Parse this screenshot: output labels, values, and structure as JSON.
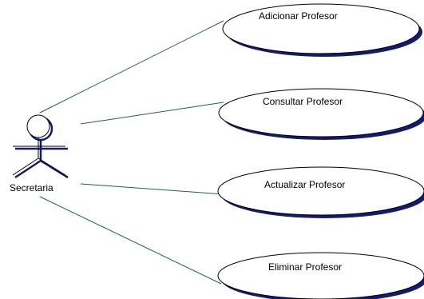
{
  "diagram": {
    "type": "use-case",
    "actor": {
      "name": "Secretaria"
    },
    "use_cases": [
      {
        "label": "Adicionar Profesor"
      },
      {
        "label": "Consultar Profesor"
      },
      {
        "label": "Actualizar Profesor"
      },
      {
        "label": "Eliminar Profesor"
      }
    ],
    "colors": {
      "association_line": "#1f5f57",
      "ellipse_shadow": "#141a6e",
      "ellipse_stroke": "#000000",
      "ellipse_fill": "#ffffff",
      "actor_shadow": "#141a6e",
      "actor_stroke": "#000000"
    }
  }
}
